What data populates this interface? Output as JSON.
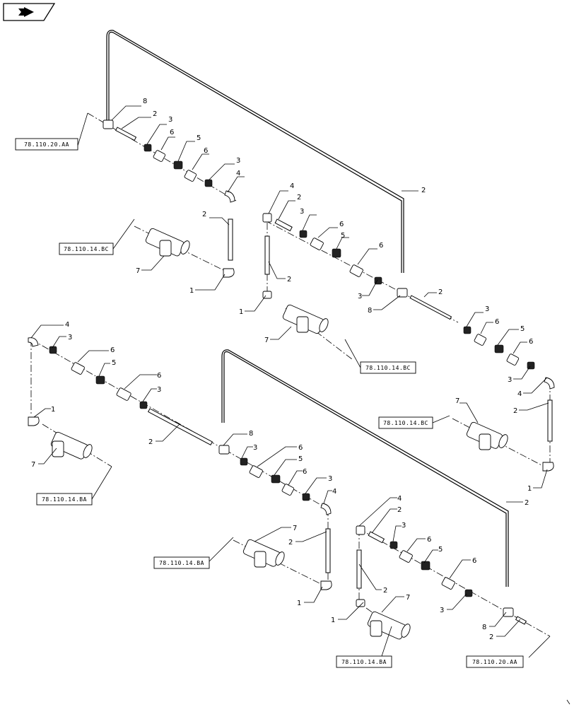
{
  "icon": "next-page-arrow-icon",
  "references": {
    "r1": "78.110.20.AA",
    "r2": "78.110.14.BC",
    "r3": "78.110.14.BC",
    "r4": "78.110.14.BC",
    "r5": "78.110.14.BA",
    "r6": "78.110.14.BA",
    "r7": "78.110.14.BA",
    "r8": "78.110.20.AA"
  },
  "callouts": {
    "c1": "8",
    "c2": "2",
    "c3": "3",
    "c4": "6",
    "c5": "5",
    "c6": "6",
    "c7": "3",
    "c8": "4",
    "c9": "2",
    "c10": "7",
    "c11": "1",
    "c12": "2",
    "c13": "4",
    "c14": "2",
    "c15": "3",
    "c16": "6",
    "c17": "5",
    "c18": "6",
    "c19": "2",
    "c20": "3",
    "c21": "8",
    "c22": "1",
    "c23": "7",
    "c24": "2",
    "c25": "3",
    "c26": "6",
    "c27": "5",
    "c28": "6",
    "c29": "3",
    "c30": "4",
    "c31": "2",
    "c32": "7",
    "c33": "1",
    "c34": "4",
    "c35": "3",
    "c36": "6",
    "c37": "5",
    "c38": "6",
    "c39": "3",
    "c40": "2",
    "c41": "1",
    "c42": "7",
    "c43": "8",
    "c44": "3",
    "c45": "6",
    "c46": "5",
    "c47": "6",
    "c48": "3",
    "c49": "4",
    "c50": "2",
    "c51": "7",
    "c52": "1",
    "c53": "4",
    "c54": "2",
    "c55": "3",
    "c56": "6",
    "c57": "5",
    "c58": "6",
    "c59": "2",
    "c60": "2",
    "c61": "7",
    "c62": "1",
    "c63": "3",
    "c64": "8",
    "c65": "2"
  }
}
